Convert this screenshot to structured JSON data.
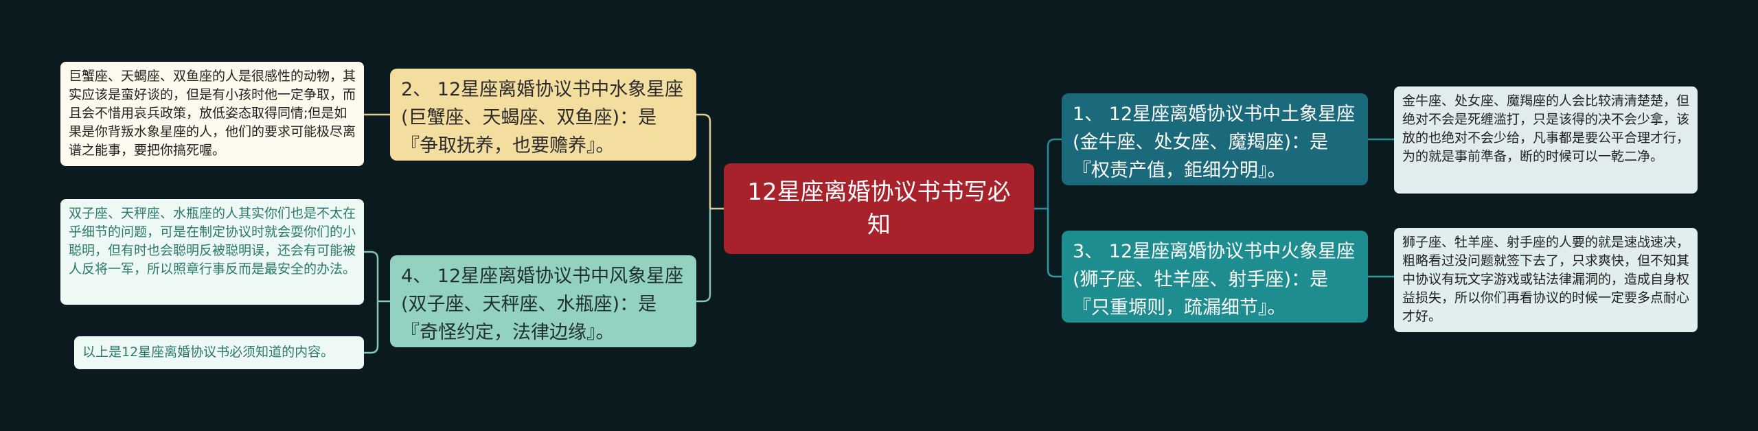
{
  "center": {
    "title": "12星座离婚协议书书写必知"
  },
  "topics": {
    "water": "2、 12星座离婚协议书中水象星座(巨蟹座、天蝎座、双鱼座)：是『争取抚养，也要赡养』。",
    "wind": "4、 12星座离婚协议书中风象星座(双子座、天秤座、水瓶座)：是『奇怪约定，法律边缘』。",
    "earth": "1、 12星座离婚协议书中土象星座(金牛座、处女座、魔羯座)：是『权责产值，鉅细分明』。",
    "fire": "3、 12星座离婚协议书中火象星座(狮子座、牡羊座、射手座)：是『只重塬则，疏漏细节』。"
  },
  "details": {
    "water": "巨蟹座、天蝎座、双鱼座的人是很感性的动物，其实应该是蛮好谈的，但是有小孩时他一定争取，而且会不惜用哀兵政策，放低姿态取得同情;但是如果是你背叛水象星座的人，他们的要求可能极尽离谱之能事，要把你搞死喔。",
    "wind": "双子座、天秤座、水瓶座的人其实你们也是不太在乎细节的问题，可是在制定协议时就会耍你们的小聪明，但有时也会聪明反被聪明误，还会有可能被人反将一军，所以照章行事反而是最安全的办法。",
    "footer": "以上是12星座离婚协议书必须知道的内容。",
    "earth": "金牛座、处女座、魔羯座的人会比较清清楚楚，但绝对不会是死缠滥打，只是该得的决不会少拿，该放的也绝对不会少给，凡事都是要公平合理才行，为的就是事前準备，断的时候可以一乾二净。",
    "fire": "狮子座、牡羊座、射手座的人要的就是速战速决，粗略看过没问题就签下去了，只求爽快，但不知其中协议有玩文字游戏或钻法律漏洞的，造成自身权益损失，所以你们再看协议的时候一定要多点耐心才好。"
  },
  "colors": {
    "background": "#0b1a1f",
    "center": "#a8222b",
    "water": "#f3dd9f",
    "wind": "#93d2c0",
    "earth": "#1b6a7c",
    "fire": "#1d8d90"
  }
}
